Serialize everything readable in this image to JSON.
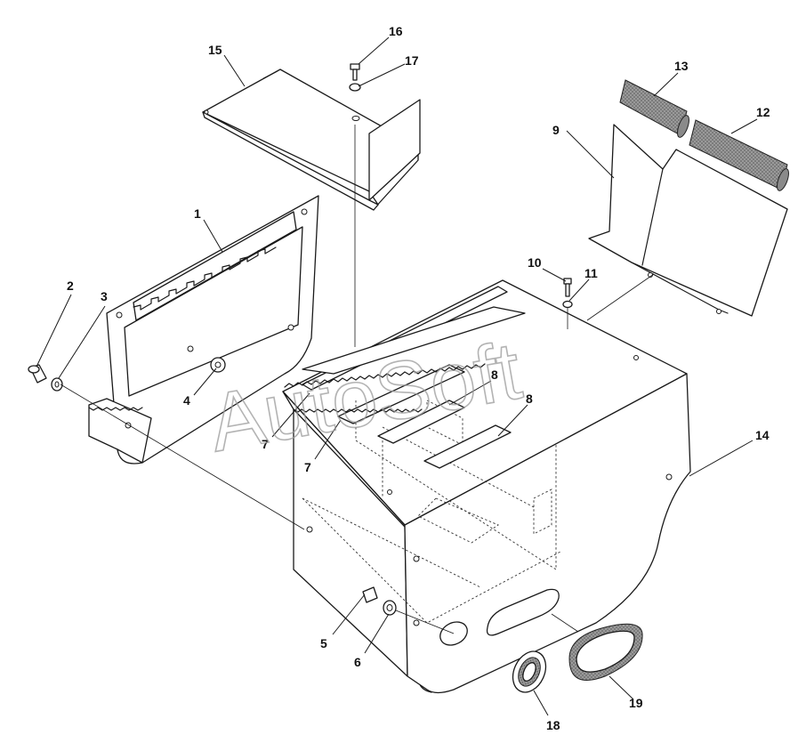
{
  "watermark": "AutoSoft",
  "callouts": {
    "c1": "1",
    "c2": "2",
    "c3": "3",
    "c4": "4",
    "c5": "5",
    "c6": "6",
    "c7a": "7",
    "c7b": "7",
    "c8a": "8",
    "c8b": "8",
    "c9": "9",
    "c10": "10",
    "c11": "11",
    "c12": "12",
    "c13": "13",
    "c14": "14",
    "c15": "15",
    "c16": "16",
    "c17": "17",
    "c18": "18",
    "c19": "19"
  }
}
